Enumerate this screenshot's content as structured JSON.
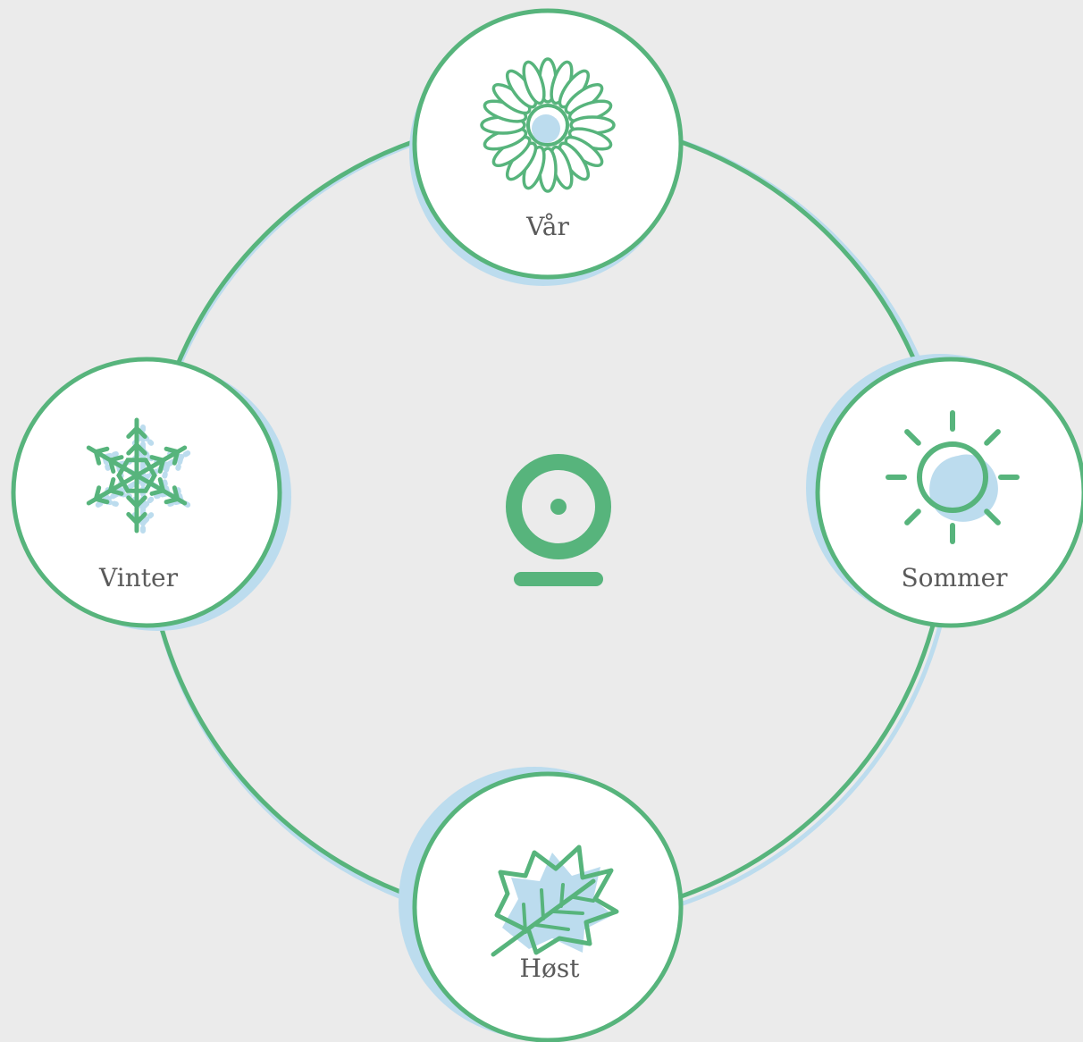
{
  "colors": {
    "background": "#ebebeb",
    "accent_green": "#57b47c",
    "accent_blue": "#bcdcee",
    "node_fill": "#ffffff",
    "label_text": "#5a5a5a"
  },
  "center": {
    "icon": "webcam-icon"
  },
  "seasons": [
    {
      "id": "spring",
      "label": "Vår",
      "icon": "daisy-flower-icon"
    },
    {
      "id": "summer",
      "label": "Sommer",
      "icon": "sun-icon"
    },
    {
      "id": "autumn",
      "label": "Høst",
      "icon": "leaf-icon"
    },
    {
      "id": "winter",
      "label": "Vinter",
      "icon": "snowflake-icon"
    }
  ]
}
